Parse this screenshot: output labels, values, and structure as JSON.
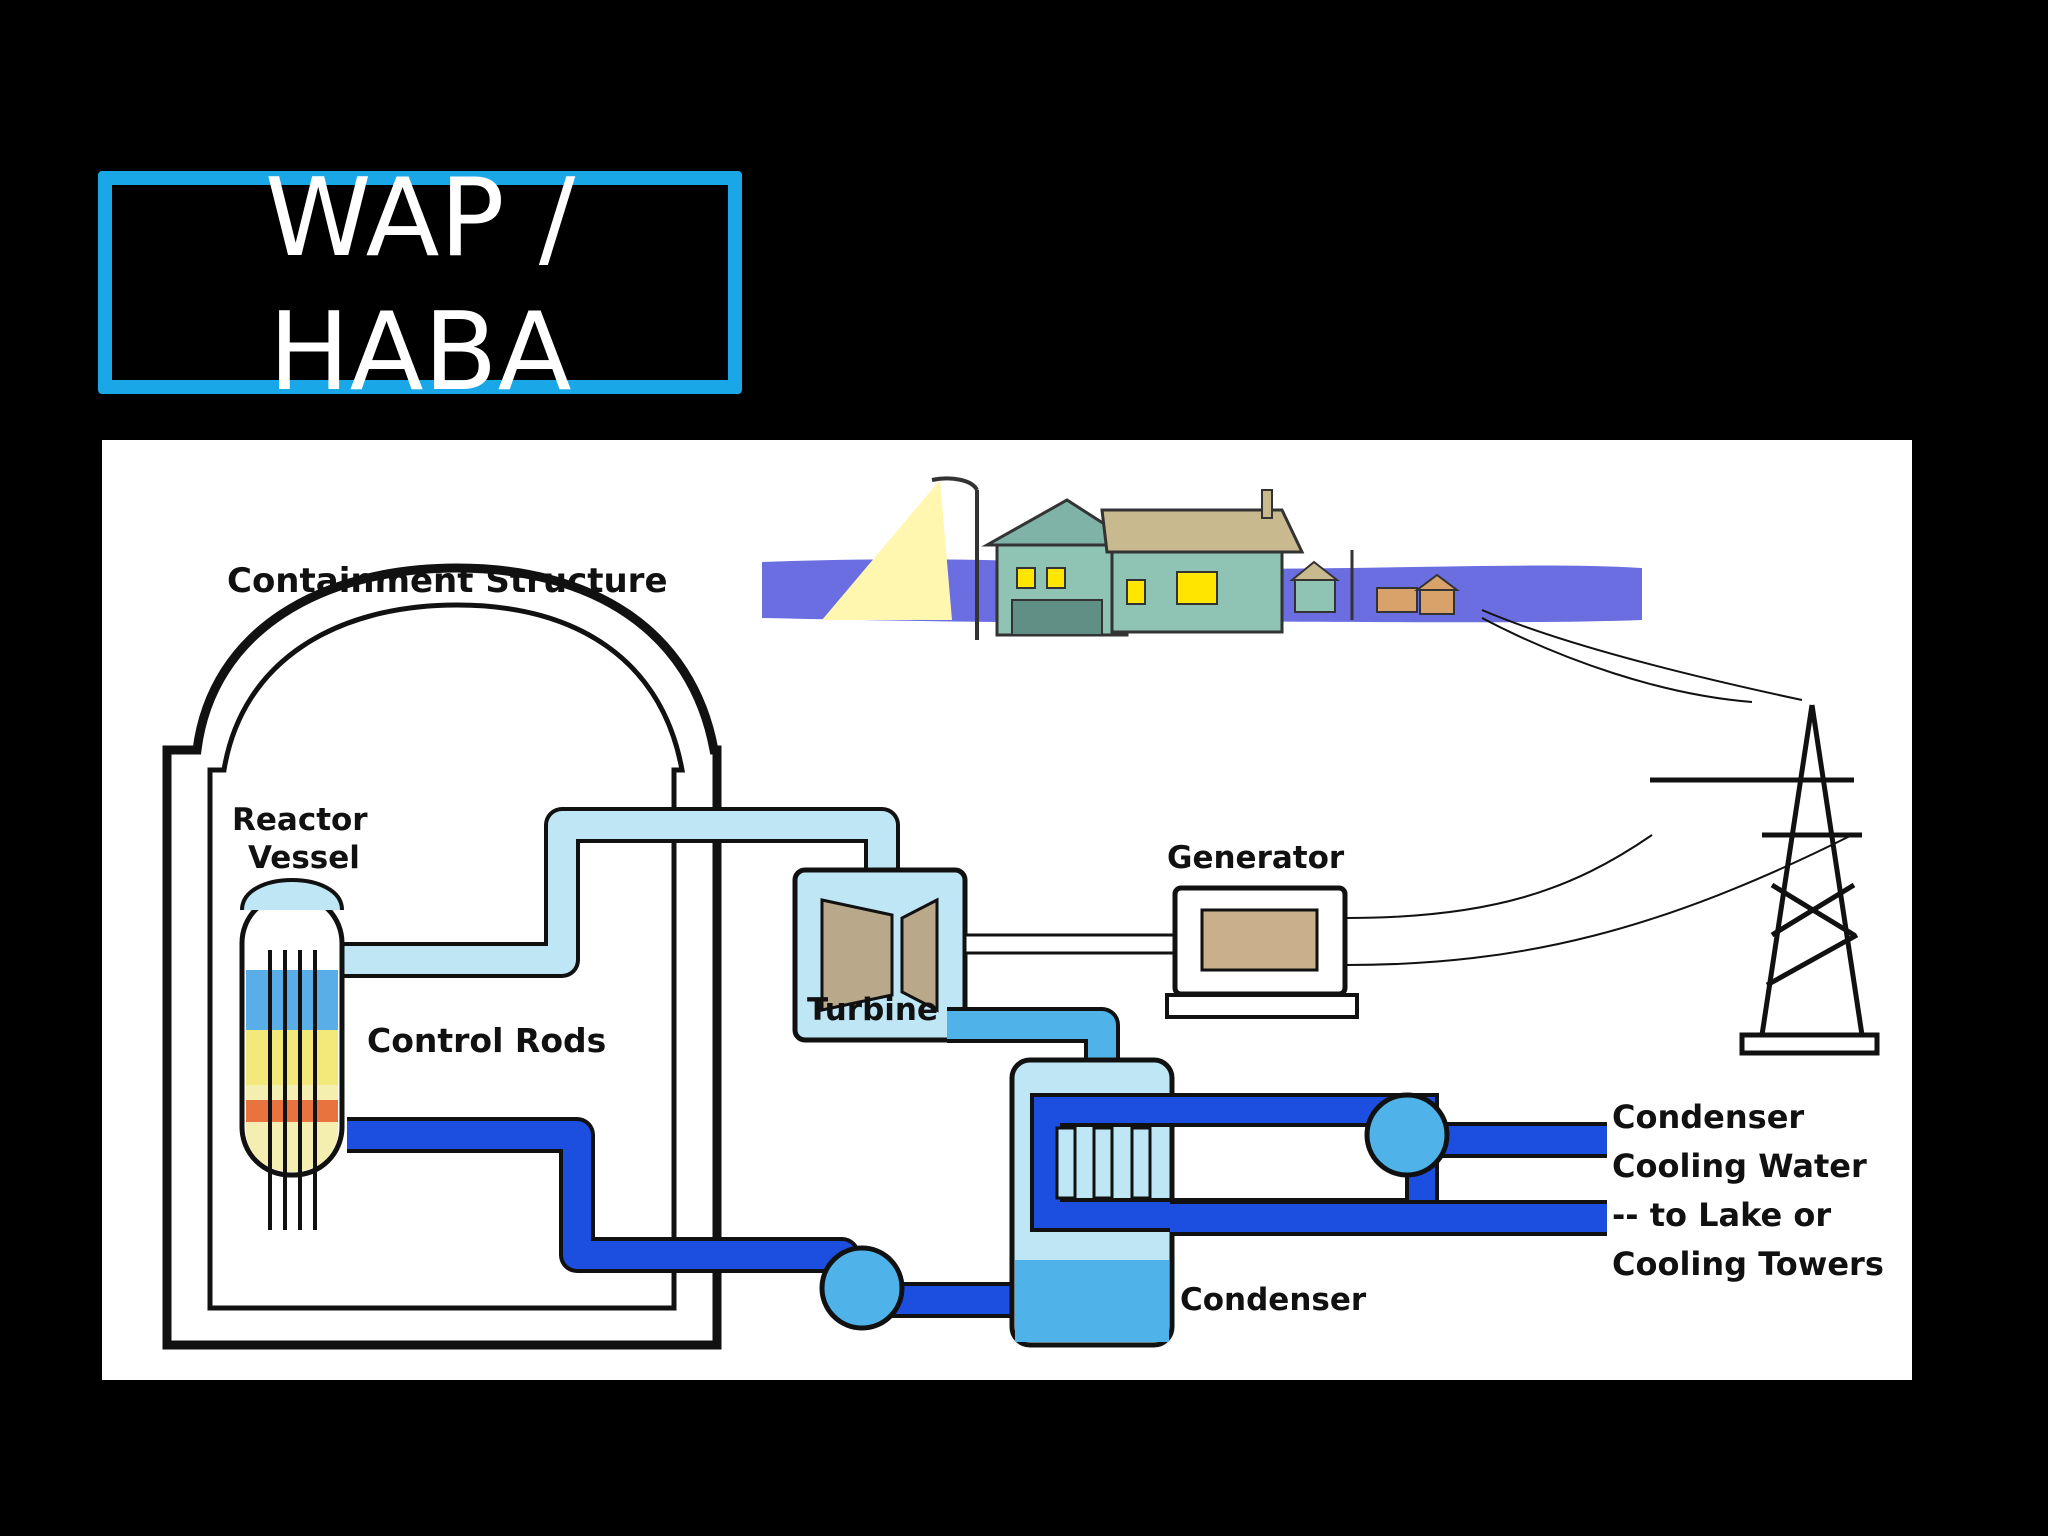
{
  "slide": {
    "title_line1": "WAP /",
    "title_line2": "HABA"
  },
  "diagram": {
    "labels": {
      "containment": "Containment Structure",
      "reactor_line1": "Reactor",
      "reactor_line2": "Vessel",
      "control_rods": "Control Rods",
      "generator": "Generator",
      "turbine": "Turbine",
      "condenser": "Condenser",
      "cooling_line1": "Condenser",
      "cooling_line2": "Cooling Water",
      "cooling_line3": "-- to Lake or",
      "cooling_line4": "Cooling Towers"
    }
  },
  "colors": {
    "title_border": "#1aa7e8",
    "steam_pipe": "#bfe6f5",
    "water_pipe": "#1c4fe0",
    "water_fill": "#4fb3ea",
    "background": "#000000"
  }
}
